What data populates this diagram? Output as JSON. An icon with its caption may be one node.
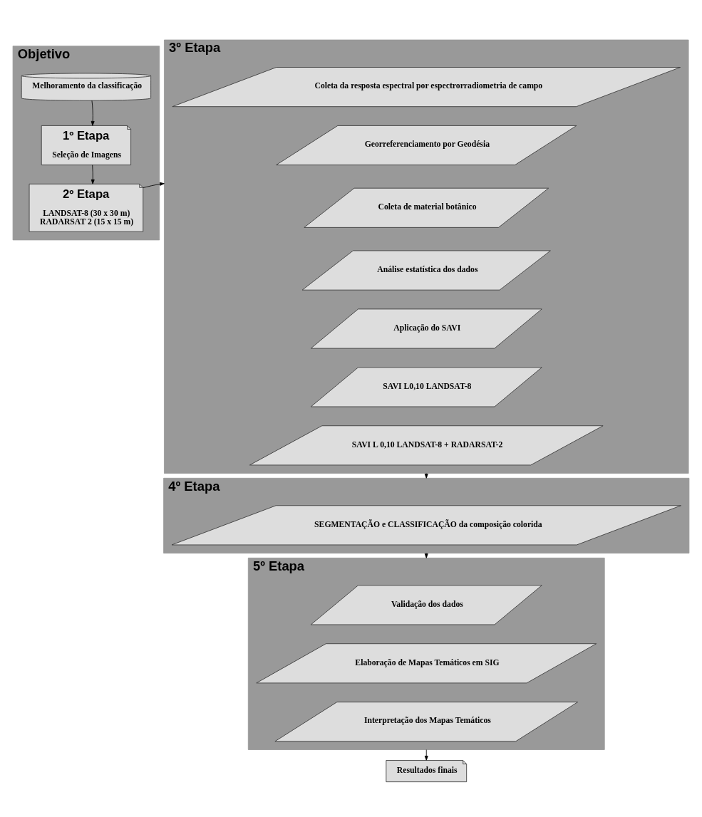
{
  "diagram": {
    "nodes": [
      {
        "text": [
          "Objetivo"
        ]
      },
      {
        "text": [
          "Melhoramento da classificação"
        ],
        "in": 0
      },
      {
        "text": [
          "1º Etapa",
          "Seleção de Imagens"
        ],
        "in": 0
      },
      {
        "text": [
          "2º Etapa",
          "LANDSAT-8 (30 x 30 m)",
          "RADARSAT 2 (15 x 15 m)"
        ],
        "in": 0
      },
      {
        "text": [
          "3º Etapa"
        ]
      },
      {
        "text": [
          "Coleta da resposta espectral por espectrorradiometria de campo"
        ],
        "in": 4
      },
      {
        "text": [
          "Georreferenciamento por Geodésia"
        ],
        "in": 4
      },
      {
        "text": [
          "Coleta de material botânico"
        ],
        "in": 4
      },
      {
        "text": [
          "Análise estatística dos dados"
        ],
        "in": 4
      },
      {
        "text": [
          "Aplicação do SAVI"
        ],
        "in": 4
      },
      {
        "text": [
          "SAVI L0,10 LANDSAT-8"
        ],
        "in": 4
      },
      {
        "text": [
          "SAVI L 0,10 LANDSAT-8 + RADARSAT-2"
        ],
        "in": 4
      },
      {
        "text": [
          "4º Etapa"
        ]
      },
      {
        "text": [
          "SEGMENTAÇÃO e CLASSIFICAÇÃO da composição colorida"
        ],
        "in": 12
      },
      {
        "text": [
          "5º Etapa"
        ]
      },
      {
        "text": [
          "Validação dos dados"
        ],
        "in": 14
      },
      {
        "text": [
          "Elaboração de Mapas Temáticos em SIG"
        ],
        "in": 14
      },
      {
        "text": [
          "Interpretação dos Mapas Temáticos"
        ],
        "in": 14
      },
      {
        "text": [
          "Resultados finais"
        ]
      }
    ],
    "edges": [
      {
        "from": 1,
        "to": 2,
        "arrow": "to"
      },
      {
        "from": 2,
        "to": 3,
        "arrow": "to"
      },
      {
        "from": 3,
        "to": 4,
        "arrow": "to"
      },
      {
        "from": 4,
        "to": 12,
        "arrow": "to"
      },
      {
        "from": 12,
        "to": 14,
        "arrow": "to"
      },
      {
        "from": 14,
        "to": 18,
        "arrow": "to"
      }
    ]
  }
}
